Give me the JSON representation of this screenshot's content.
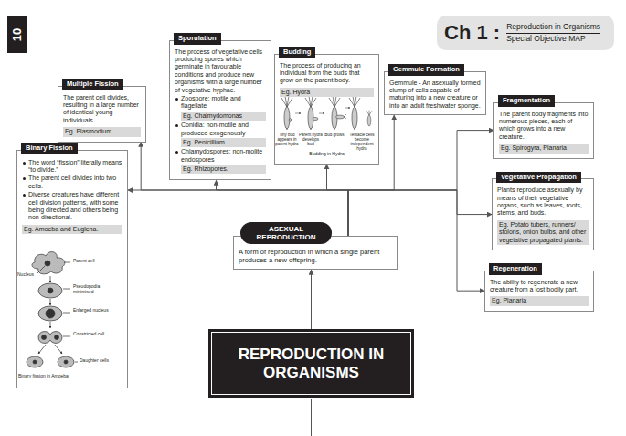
{
  "diagram": {
    "nodes": [
      {
        "text": [
          "Ch 1 :",
          "Reproduction in Organisms",
          "Special Objective MAP"
        ]
      },
      {
        "text": [
          "Binary Fission",
          "The word “fission” literally means “to divide.”",
          "The parent cell divides into two cells.",
          "Diverse creatures have different cell division patterns, with some being directed and others being non-directional.",
          "Eg. Amoeba and Euglena."
        ]
      },
      {
        "text": [
          "Multiple Fission",
          "The parent cell divides, resulting in a large number of identical young individuals.",
          "Eg. Plasmodium"
        ]
      },
      {
        "text": [
          "Sporulation",
          "The process of vegetative cells producing spores which germinate in favourable conditions and produce new organisms with a large number of vegetative hyphae.",
          "Zoospore: motile and flagellate",
          "Eg. Chalmydomonas",
          "Conidia: non-motile and produced exogenously",
          "Eg. Penicillium.",
          "Chlamydospores: non-molite endospores",
          "Eg. Rhizopores."
        ]
      },
      {
        "text": [
          "Budding",
          "The process of producing an individual from the buds that grow on the parent body.",
          "Eg. Hydra"
        ]
      },
      {
        "text": [
          "Gemmule Formation",
          "Gemmule - An asexually formed clump of cells capable of maturing into a new creature or into an adult freshwater sponge."
        ]
      },
      {
        "text": [
          "Fragmentation",
          "The parent body fragments into numerous pieces, each of which grows into a new creature.",
          "Eg. Spirogyra, Planaria"
        ]
      },
      {
        "text": [
          "Vegetative Propagation",
          "Plants reproduce asexually by means of their vegetative organs, such as leaves, roots, stems, and buds.",
          "Eg. Potato tubers, runners/ stolons, onion bulbs, and other vegetative propagated plants."
        ]
      },
      {
        "text": [
          "Regeneration",
          "The ability to regenerate a new creature from a lost bodily part.",
          "Eg. Planaria"
        ]
      },
      {
        "text": [
          "ASEXUAL REPRODUCTION",
          "A form of reproduction in which a single parent produces a new offspring."
        ]
      },
      {
        "text": [
          "REPRODUCTION IN ORGANISMS"
        ]
      }
    ],
    "edges": [
      {
        "from": 10,
        "to": 9,
        "arrow": "to"
      },
      {
        "from": 9,
        "to": 1,
        "arrow": "to"
      },
      {
        "from": 9,
        "to": 2,
        "arrow": "to"
      },
      {
        "from": 9,
        "to": 3,
        "arrow": "to"
      },
      {
        "from": 9,
        "to": 4,
        "arrow": "to"
      },
      {
        "from": 9,
        "to": 5,
        "arrow": "to"
      },
      {
        "from": 9,
        "to": 6,
        "arrow": "to"
      },
      {
        "from": 9,
        "to": 7,
        "arrow": "to"
      },
      {
        "from": 9,
        "to": 8,
        "arrow": "to"
      }
    ],
    "labels": [
      "10",
      "Parent cell",
      "Nucleus",
      "Pseudopodia minimised",
      "Enlarged nucleus",
      "Constricted cell",
      "Daughter cells",
      "Binary fission in Amoeba",
      "Tiny bud appears in parent hydra",
      "Parent hydra develops bud",
      "Bud grows",
      "Tentacle cells become independent hydra",
      "Budding in Hydra"
    ]
  }
}
